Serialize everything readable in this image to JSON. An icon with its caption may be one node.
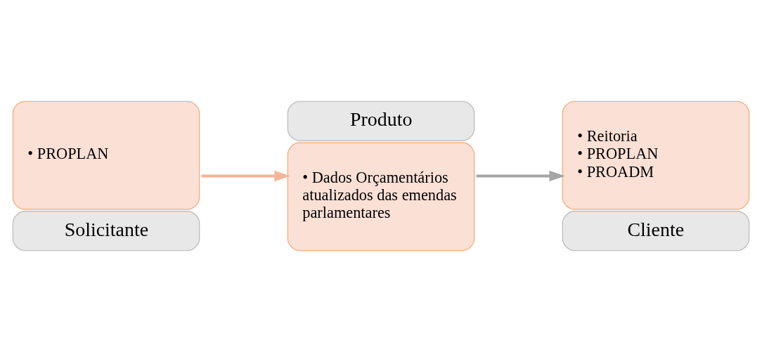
{
  "diagram": {
    "nodes": [
      {
        "text": [
          "• PROPLAN",
          "Solicitante"
        ]
      },
      {
        "text": [
          "Produto",
          "• Dados Orçamentários atualizados das emendas parlamentares"
        ]
      },
      {
        "text": [
          "• Reitoria",
          "• PROPLAN",
          "• PROADM",
          "Cliente"
        ]
      }
    ],
    "edges": [
      {
        "from": 0,
        "to": 1,
        "arrow": "to",
        "color": "#f4b59a"
      },
      {
        "from": 1,
        "to": 2,
        "arrow": "to",
        "color": "#a6a6a6"
      }
    ]
  }
}
